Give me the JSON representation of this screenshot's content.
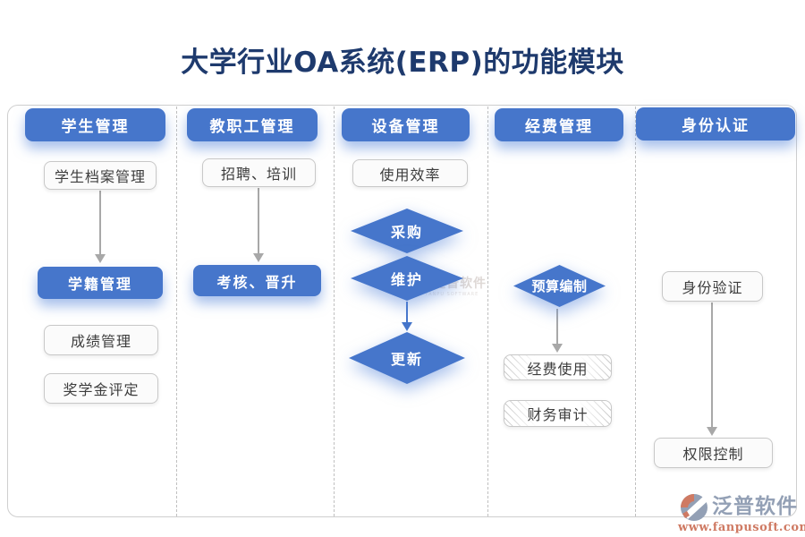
{
  "title": "大学行业OA系统(ERP)的功能模块",
  "colors": {
    "accent_blue": "#4676cb",
    "title_navy": "#1e3a6d",
    "logo_coral": "#cf7a63",
    "logo_gray": "#93a0b5"
  },
  "columns": [
    {
      "header": "学生管理",
      "items": [
        {
          "label": "学生档案管理",
          "type": "box"
        },
        {
          "label": "学籍管理",
          "type": "blue-box"
        },
        {
          "label": "成绩管理",
          "type": "box"
        },
        {
          "label": "奖学金评定",
          "type": "box"
        }
      ]
    },
    {
      "header": "教职工管理",
      "items": [
        {
          "label": "招聘、培训",
          "type": "box"
        },
        {
          "label": "考核、晋升",
          "type": "blue-box"
        }
      ]
    },
    {
      "header": "设备管理",
      "items": [
        {
          "label": "使用效率",
          "type": "box"
        },
        {
          "label": "采购",
          "type": "diamond"
        },
        {
          "label": "维护",
          "type": "diamond"
        },
        {
          "label": "更新",
          "type": "diamond"
        }
      ]
    },
    {
      "header": "经费管理",
      "items": [
        {
          "label": "预算编制",
          "type": "diamond"
        },
        {
          "label": "经费使用",
          "type": "hatched-box"
        },
        {
          "label": "财务审计",
          "type": "hatched-box"
        }
      ]
    },
    {
      "header": "身份认证",
      "items": [
        {
          "label": "身份验证",
          "type": "box"
        },
        {
          "label": "权限控制",
          "type": "box"
        }
      ]
    }
  ],
  "watermark": {
    "brand": "泛普软件",
    "subtext": "FANPU SOFTWARE"
  },
  "logo": {
    "brand": "泛普软件",
    "url": "www.fanpusoft.com"
  }
}
